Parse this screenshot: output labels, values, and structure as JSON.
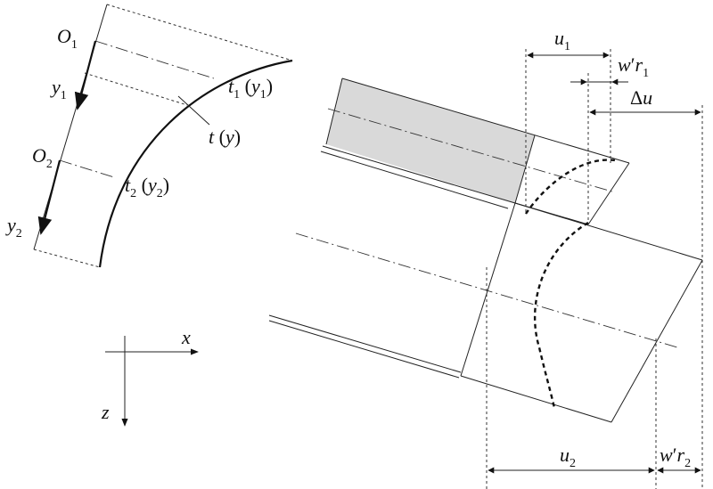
{
  "labels": {
    "o1": "O",
    "o1_sub": "1",
    "o2": "O",
    "o2_sub": "2",
    "y1": "y",
    "y1_sub": "1",
    "y2": "y",
    "y2_sub": "2",
    "t1y1_t": "t",
    "t1y1_tsub": "1",
    "t1y1_open": " (",
    "t1y1_y": "y",
    "t1y1_ysub": "1",
    "t1y1_close": ")",
    "ty_t": "t",
    "ty_open": " (",
    "ty_y": "y",
    "ty_close": ")",
    "t2y2_t": "t",
    "t2y2_tsub": "2",
    "t2y2_open": " (",
    "t2y2_y": "y",
    "t2y2_ysub": "2",
    "t2y2_close": ")",
    "u1": "u",
    "u1_sub": "1",
    "wr1_w": "w",
    "wr1_prime": "′",
    "wr1_r": "r",
    "wr1_sub": "1",
    "du_delta": "Δ",
    "du_u": "u",
    "x_axis": "x",
    "z_axis": "z",
    "u2": "u",
    "u2_sub": "2",
    "wr2_w": "w",
    "wr2_prime": "′",
    "wr2_r": "r",
    "wr2_sub": "2"
  },
  "colors": {
    "ink": "#111111",
    "shaded_flange": "#d9d9d9",
    "background": "#ffffff"
  }
}
